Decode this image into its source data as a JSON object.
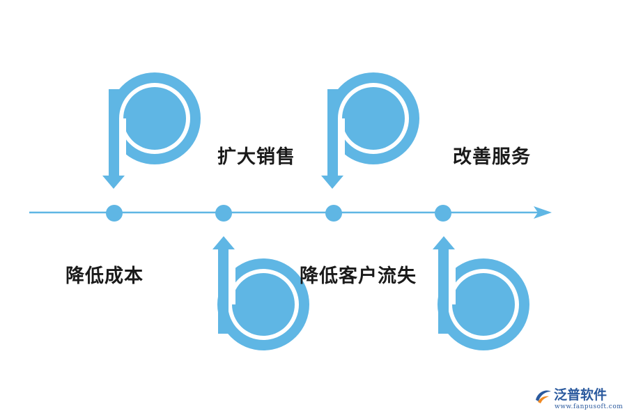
{
  "colors": {
    "accent": "#5fb6e4",
    "text": "#1a1a1a",
    "logo": "#2b5a9e",
    "logo_orange": "#f08a24"
  },
  "timeline": {
    "items": [
      {
        "label": "降低成本",
        "icon": "p-arrow-down-icon"
      },
      {
        "label": "扩大销售",
        "icon": "b-arrow-up-icon"
      },
      {
        "label": "降低客户流失",
        "icon": "p-arrow-down-icon"
      },
      {
        "label": "改善服务",
        "icon": "b-arrow-up-icon"
      }
    ]
  },
  "logo": {
    "name": "泛普软件",
    "url": "www.fanpusoft.com",
    "icon": "fanpu-logo-icon"
  }
}
